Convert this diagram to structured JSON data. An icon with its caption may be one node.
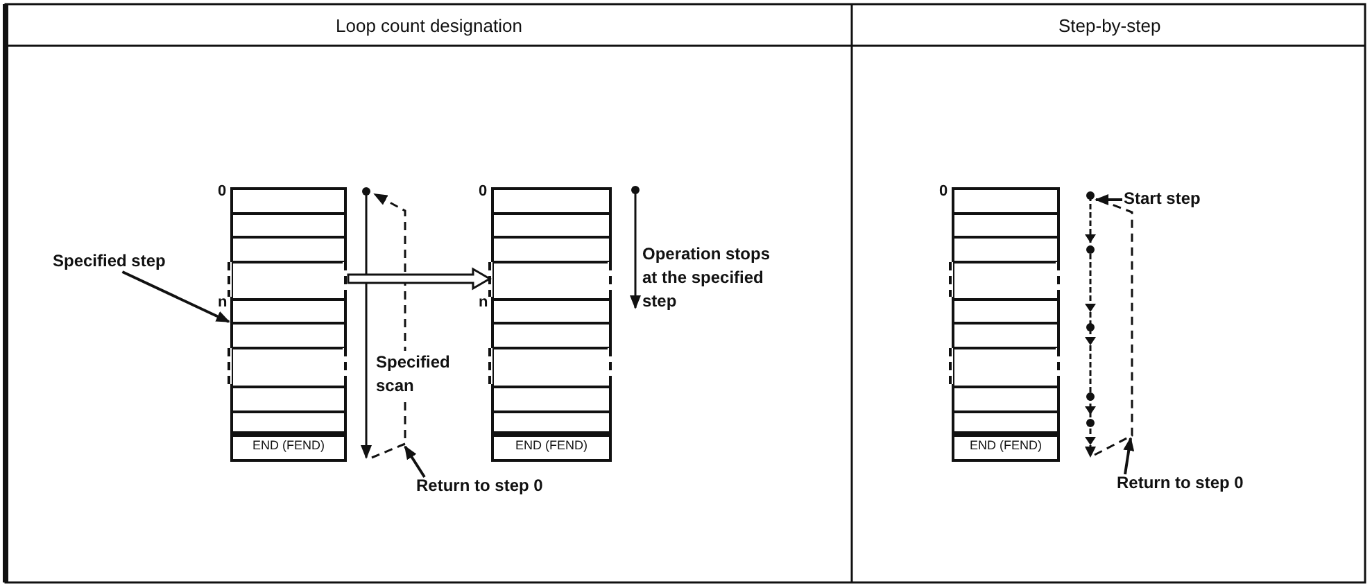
{
  "diagram": {
    "nodes": [
      {
        "text": [
          "Specified step"
        ]
      },
      {
        "text": [
          "END (FEND)"
        ],
        "beside": [
          "0",
          "n"
        ]
      },
      {
        "text": [
          "END (FEND)"
        ],
        "beside": [
          "0",
          "n"
        ]
      },
      {
        "text": [
          "Return to step 0"
        ]
      },
      {
        "text": [
          "Start step"
        ]
      },
      {
        "text": [
          "END (FEND)"
        ],
        "beside": [
          "0"
        ]
      },
      {
        "text": [
          "Return to step 0"
        ]
      }
    ],
    "edges": [
      {
        "from": 0,
        "to": 1,
        "arrow": "to"
      },
      {
        "from": 1,
        "to": 2,
        "arrow": "to",
        "style": "thick"
      },
      {
        "from": 3,
        "to": null,
        "arrow": "to"
      },
      {
        "from": 4,
        "to": null,
        "arrow": "to"
      },
      {
        "from": 6,
        "to": null,
        "arrow": "to"
      }
    ],
    "labels": [
      "Loop count designation",
      "Step-by-step",
      "Specified scan",
      "Operation stops at the specified step"
    ]
  }
}
